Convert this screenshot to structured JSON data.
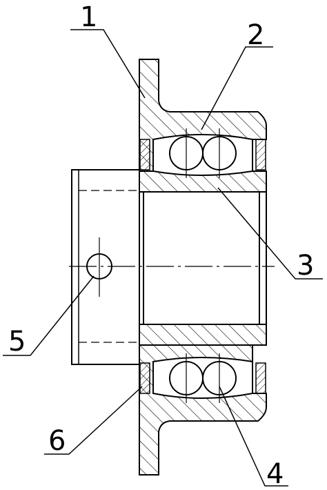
{
  "colors": {
    "line": "#000000",
    "background": "#ffffff"
  },
  "callouts": [
    {
      "id": "1",
      "label": "1"
    },
    {
      "id": "2",
      "label": "2"
    },
    {
      "id": "3",
      "label": "3"
    },
    {
      "id": "4",
      "label": "4"
    },
    {
      "id": "5",
      "label": "5"
    },
    {
      "id": "6",
      "label": "6"
    }
  ]
}
